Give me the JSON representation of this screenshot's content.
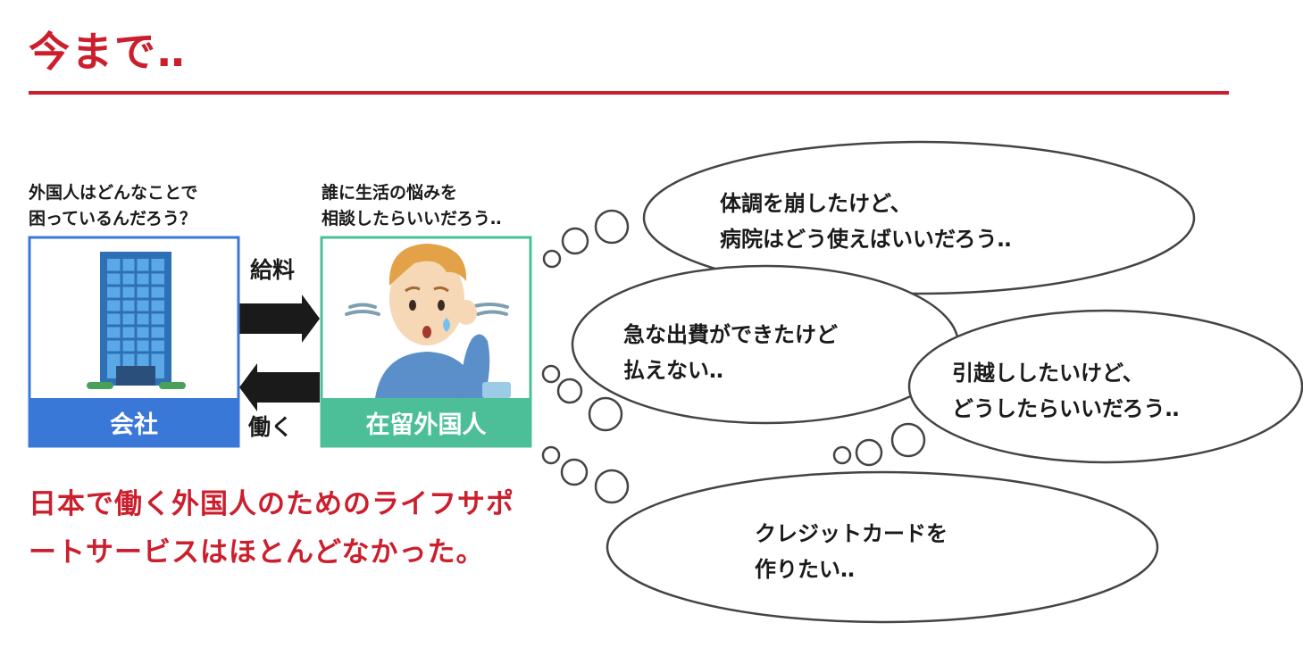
{
  "title": "今まで‥",
  "company": {
    "caption": "外国人はどんなことで\n困っているんだろう？",
    "label": "会社",
    "color": "#3a78d8"
  },
  "resident": {
    "caption": "誰に生活の悩みを\n相談したらいいだろう‥",
    "label": "在留外国人",
    "color": "#4dbf98"
  },
  "flows": {
    "salary": "給料",
    "work": "働く"
  },
  "bubbles": [
    {
      "text": "体調を崩したけど、\n病院はどう使えばいいだろう‥"
    },
    {
      "text": "急な出費ができたけど\n払えない‥"
    },
    {
      "text": "引越ししたいけど、\nどうしたらいいだろう‥"
    },
    {
      "text": "クレジットカードを\n作りたい‥"
    }
  ],
  "statement": "日本で働く外国人のためのライフサポートサービスはほとんどなかった。",
  "colors": {
    "accent": "#cc1f2d",
    "arrow": "#1a1a1a"
  }
}
